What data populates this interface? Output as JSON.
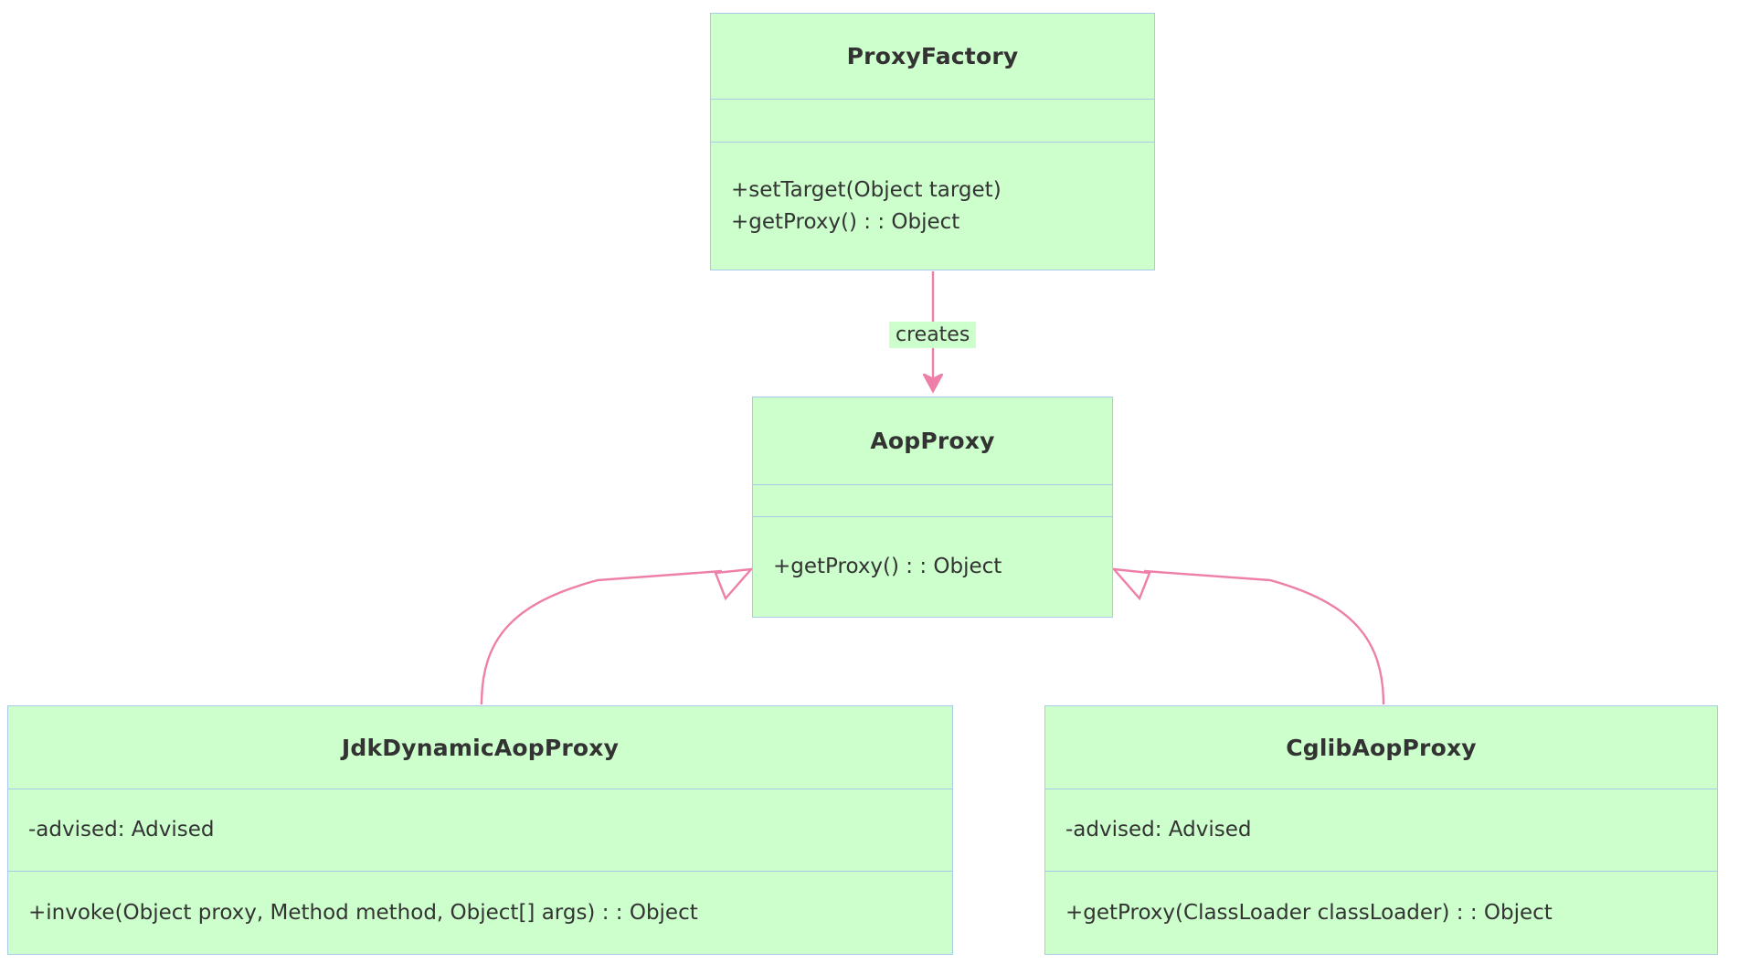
{
  "diagram": {
    "kind": "uml-class-diagram",
    "colors": {
      "class_fill": "#ccffcc",
      "class_border": "#a8c8ec",
      "relation_line": "#ee7fa8",
      "text": "#333333",
      "background": "#ffffff"
    }
  },
  "classes": {
    "proxy_factory": {
      "name": "ProxyFactory",
      "attributes": [],
      "methods": [
        "+setTarget(Object target)",
        "+getProxy() : : Object"
      ]
    },
    "aop_proxy": {
      "name": "AopProxy",
      "attributes": [],
      "methods": [
        "+getProxy() : : Object"
      ]
    },
    "jdk_dynamic_aop_proxy": {
      "name": "JdkDynamicAopProxy",
      "attributes": [
        "-advised: Advised"
      ],
      "methods": [
        "+invoke(Object proxy, Method method, Object[] args) : : Object"
      ]
    },
    "cglib_aop_proxy": {
      "name": "CglibAopProxy",
      "attributes": [
        "-advised: Advised"
      ],
      "methods": [
        "+getProxy(ClassLoader classLoader) : : Object"
      ]
    }
  },
  "relations": {
    "creates": {
      "label": "creates",
      "type": "dependency-arrow",
      "from": "proxy_factory",
      "to": "aop_proxy"
    },
    "jdk_implements": {
      "label": "",
      "type": "generalization",
      "from": "jdk_dynamic_aop_proxy",
      "to": "aop_proxy"
    },
    "cglib_implements": {
      "label": "",
      "type": "generalization",
      "from": "cglib_aop_proxy",
      "to": "aop_proxy"
    }
  }
}
